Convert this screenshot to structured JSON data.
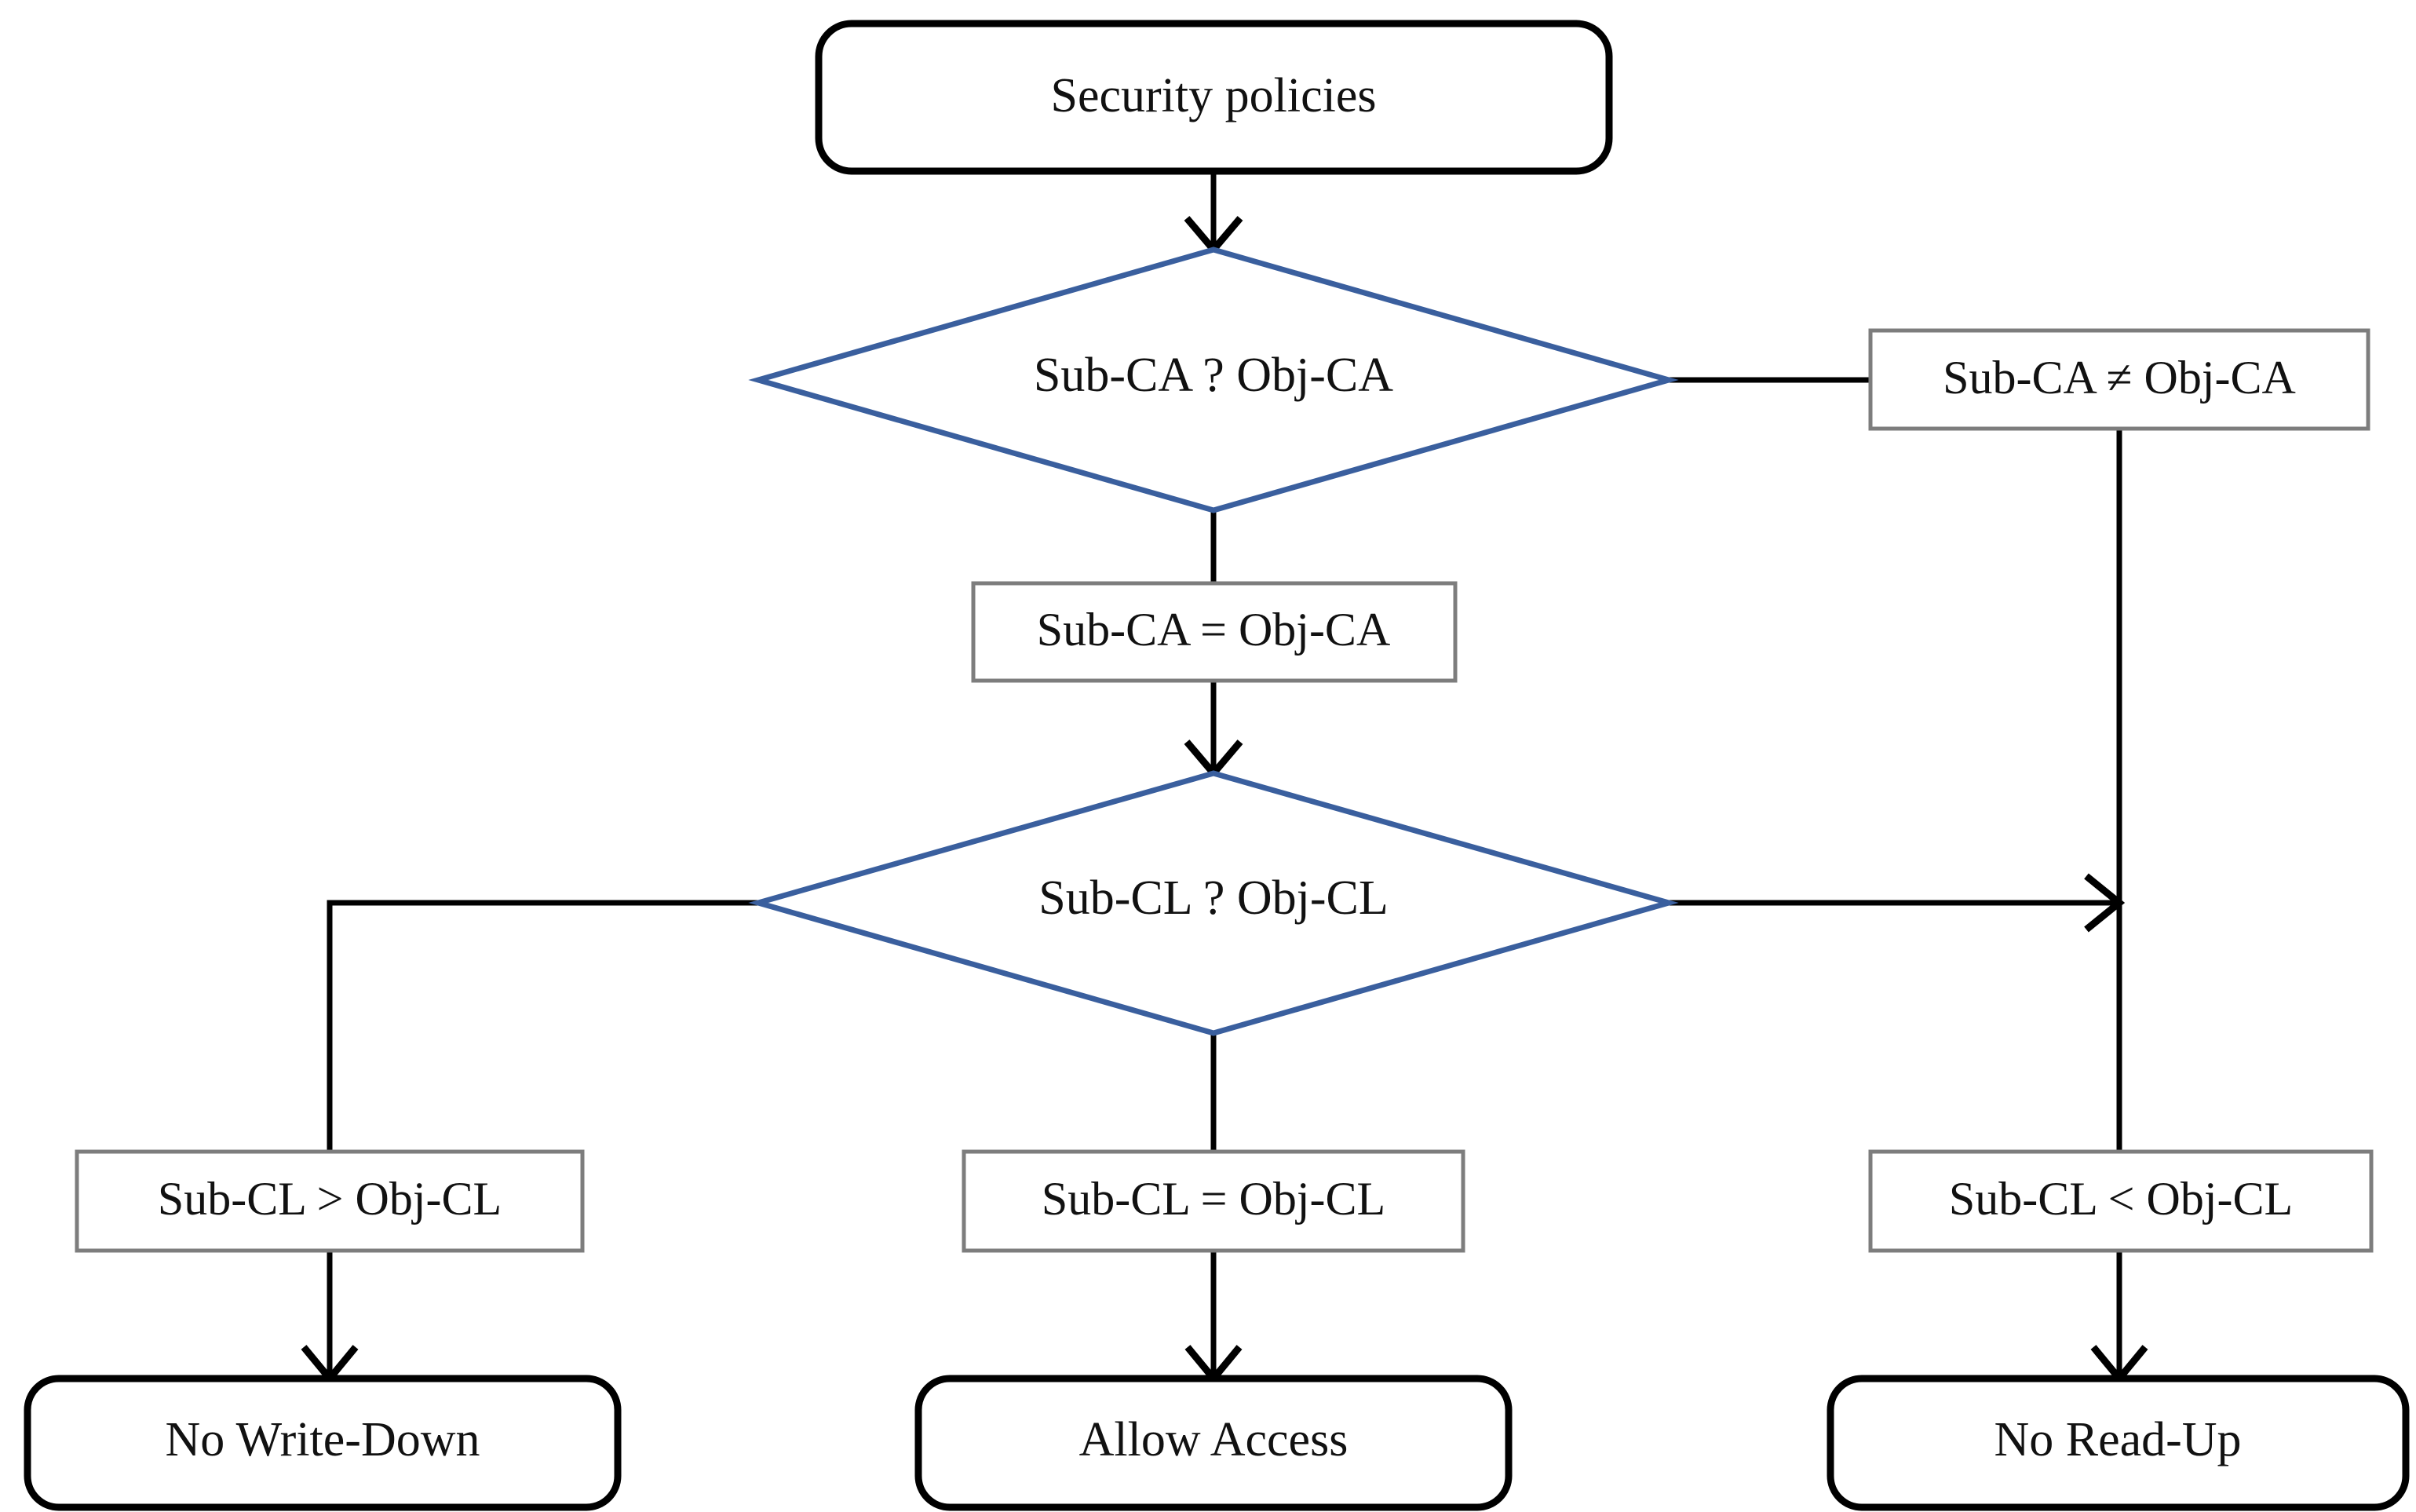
{
  "diagram": {
    "type": "flowchart",
    "title": "Security policies access control decision flow",
    "colors": {
      "decision_outline": "#3a5f9e",
      "terminal_outline": "#000000",
      "label_outline": "#7d7d7d",
      "connector": "#000000",
      "background": "#ffffff",
      "text": "#111111"
    },
    "nodes": {
      "start": {
        "label": "Security policies",
        "shape": "terminal"
      },
      "decision_ca": {
        "label": "Sub-CA ? Obj-CA",
        "shape": "decision"
      },
      "ca_not_equal": {
        "label": "Sub-CA ≠ Obj-CA",
        "shape": "label-box"
      },
      "ca_equal": {
        "label": "Sub-CA = Obj-CA",
        "shape": "label-box"
      },
      "decision_cl": {
        "label": "Sub-CL ? Obj-CL",
        "shape": "decision"
      },
      "cl_greater": {
        "label": "Sub-CL > Obj-CL",
        "shape": "label-box"
      },
      "cl_equal": {
        "label": "Sub-CL = Obj-CL",
        "shape": "label-box"
      },
      "cl_less": {
        "label": "Sub-CL < Obj-CL",
        "shape": "label-box"
      },
      "no_write_down": {
        "label": "No Write-Down",
        "shape": "terminal"
      },
      "allow_access": {
        "label": "Allow Access",
        "shape": "terminal"
      },
      "no_read_up": {
        "label": "No Read-Up",
        "shape": "terminal"
      }
    },
    "edges": [
      {
        "from": "start",
        "to": "decision_ca",
        "arrow": true
      },
      {
        "from": "decision_ca",
        "to": "ca_not_equal",
        "arrow": false
      },
      {
        "from": "decision_ca",
        "to": "ca_equal",
        "arrow": false
      },
      {
        "from": "ca_equal",
        "to": "decision_cl",
        "arrow": true
      },
      {
        "from": "decision_cl",
        "to": "cl_greater",
        "arrow": false
      },
      {
        "from": "decision_cl",
        "to": "cl_equal",
        "arrow": false
      },
      {
        "from": "decision_cl",
        "to": "ca_not_equal_trunk",
        "arrow": true
      },
      {
        "from": "ca_not_equal",
        "to": "cl_less",
        "arrow": false
      },
      {
        "from": "cl_greater",
        "to": "no_write_down",
        "arrow": true
      },
      {
        "from": "cl_equal",
        "to": "allow_access",
        "arrow": true
      },
      {
        "from": "cl_less",
        "to": "no_read_up",
        "arrow": true
      }
    ]
  }
}
